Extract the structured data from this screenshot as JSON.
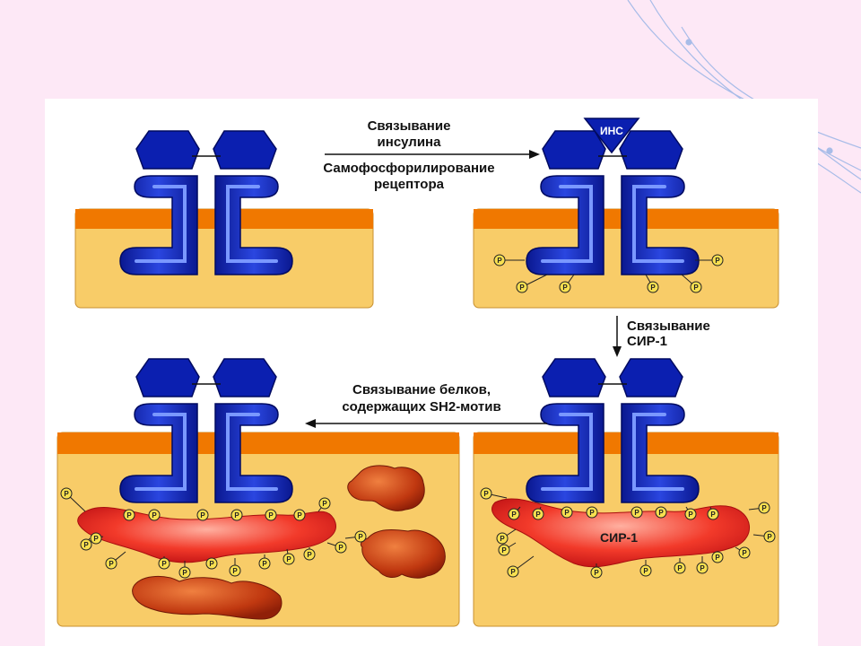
{
  "labels": {
    "insulin_binding_1": "Связывание",
    "insulin_binding_2": "инсулина",
    "autophos_1": "Самофосфорилирование",
    "autophos_2": "рецептора",
    "irs_binding_1": "Связывание",
    "irs_binding_2": "СИР-1",
    "sh2_binding_1": "Связывание белков,",
    "sh2_binding_2": "содержащих SH2-мотив",
    "insulin_tag": "ИНС",
    "irs1_tag": "СИР-1",
    "phosphate": "P"
  },
  "colors": {
    "slide_bg": "#fde8f6",
    "panel_bg": "#ffffff",
    "membrane": "#f07800",
    "cytoplasm": "#f8cc68",
    "receptor": "#0b1fb0",
    "receptor_highlight": "#4c6cff",
    "insulin": "#0b1fb0",
    "irs1": "#f23a2a",
    "sh2_protein": "#c83a10",
    "phosphate_fill": "#f8e050"
  }
}
